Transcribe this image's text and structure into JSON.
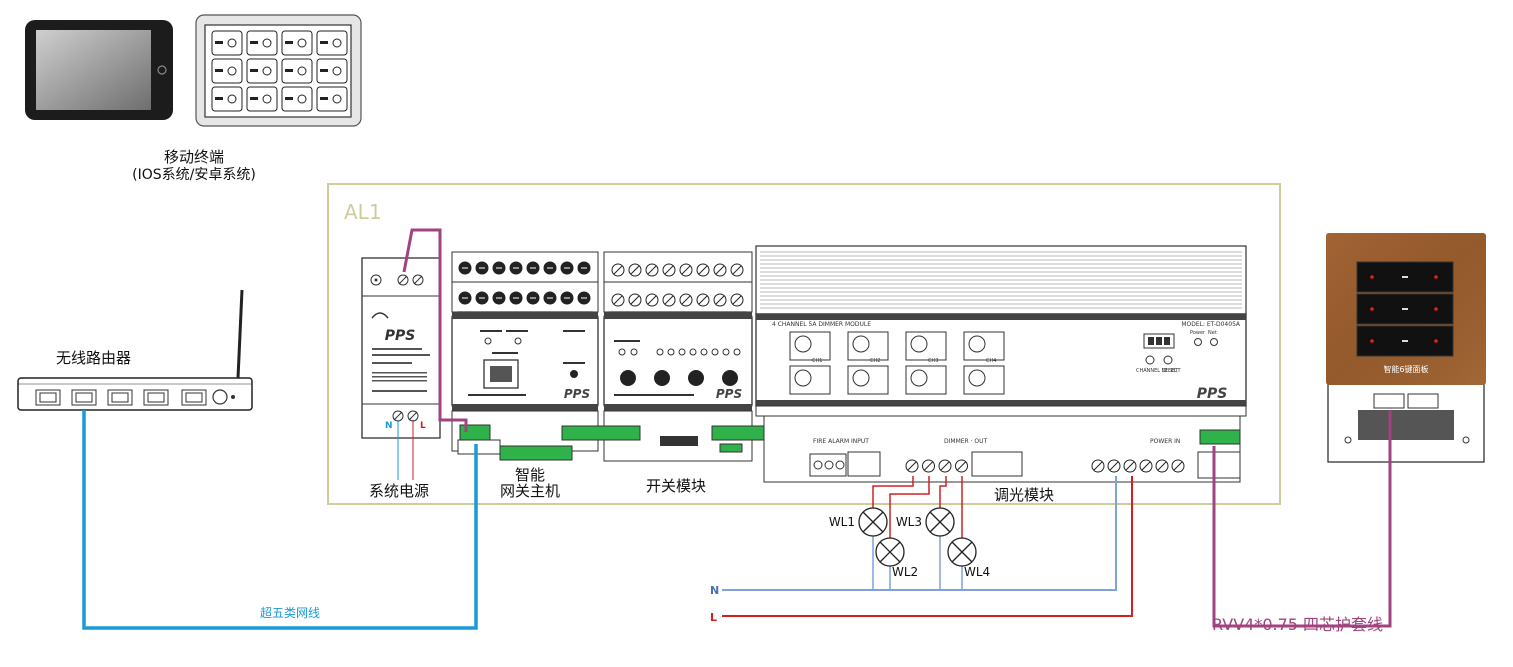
{
  "mobile": {
    "title": "移动终端",
    "subtitle": "(IOS系统/安卓系统)"
  },
  "router": {
    "title": "无线路由器"
  },
  "enclosure": {
    "label": "AL1"
  },
  "power": {
    "label": "系统电源",
    "brand": "PPS",
    "terminal_n": "N",
    "terminal_l": "L"
  },
  "gateway": {
    "label_line1": "智能",
    "label_line2": "网关主机",
    "brand": "PPS"
  },
  "switch_module": {
    "label": "开关模块",
    "brand": "PPS"
  },
  "dimmer": {
    "label": "调光模块",
    "brand": "PPS",
    "header_left": "4 CHANNEL 5A DIMMER MODULE",
    "header_right": "MODEL: ET-D0405A",
    "channels": [
      "CH1",
      "CH2",
      "CH3",
      "CH4"
    ],
    "display": "888",
    "fire_labels": "FIRE   ALARM   INPUT",
    "dimmer_out": "DIMMER · OUT",
    "power_in": "POWER   IN",
    "channel_select": "CHANNEL SELECT",
    "id_set": "ID SET",
    "power_label": "Power",
    "net_label": "Net"
  },
  "lamps": [
    "WL1",
    "WL2",
    "WL3",
    "WL4"
  ],
  "lines": {
    "n": "N",
    "l": "L"
  },
  "cables": {
    "ethernet": "超五类网线",
    "rvv": "RVV4*0.75 四芯护套线"
  },
  "panel": {
    "label": "智能6键面板"
  },
  "colors": {
    "ethernet": "#1a9ad6",
    "purple": "#a0437f",
    "neutral": "#7fa3d8",
    "live": "#d22020",
    "enclosure": "#cfcc9c",
    "panel_wood": "#9a5e2e",
    "terminal_green": "#2fb24a"
  }
}
